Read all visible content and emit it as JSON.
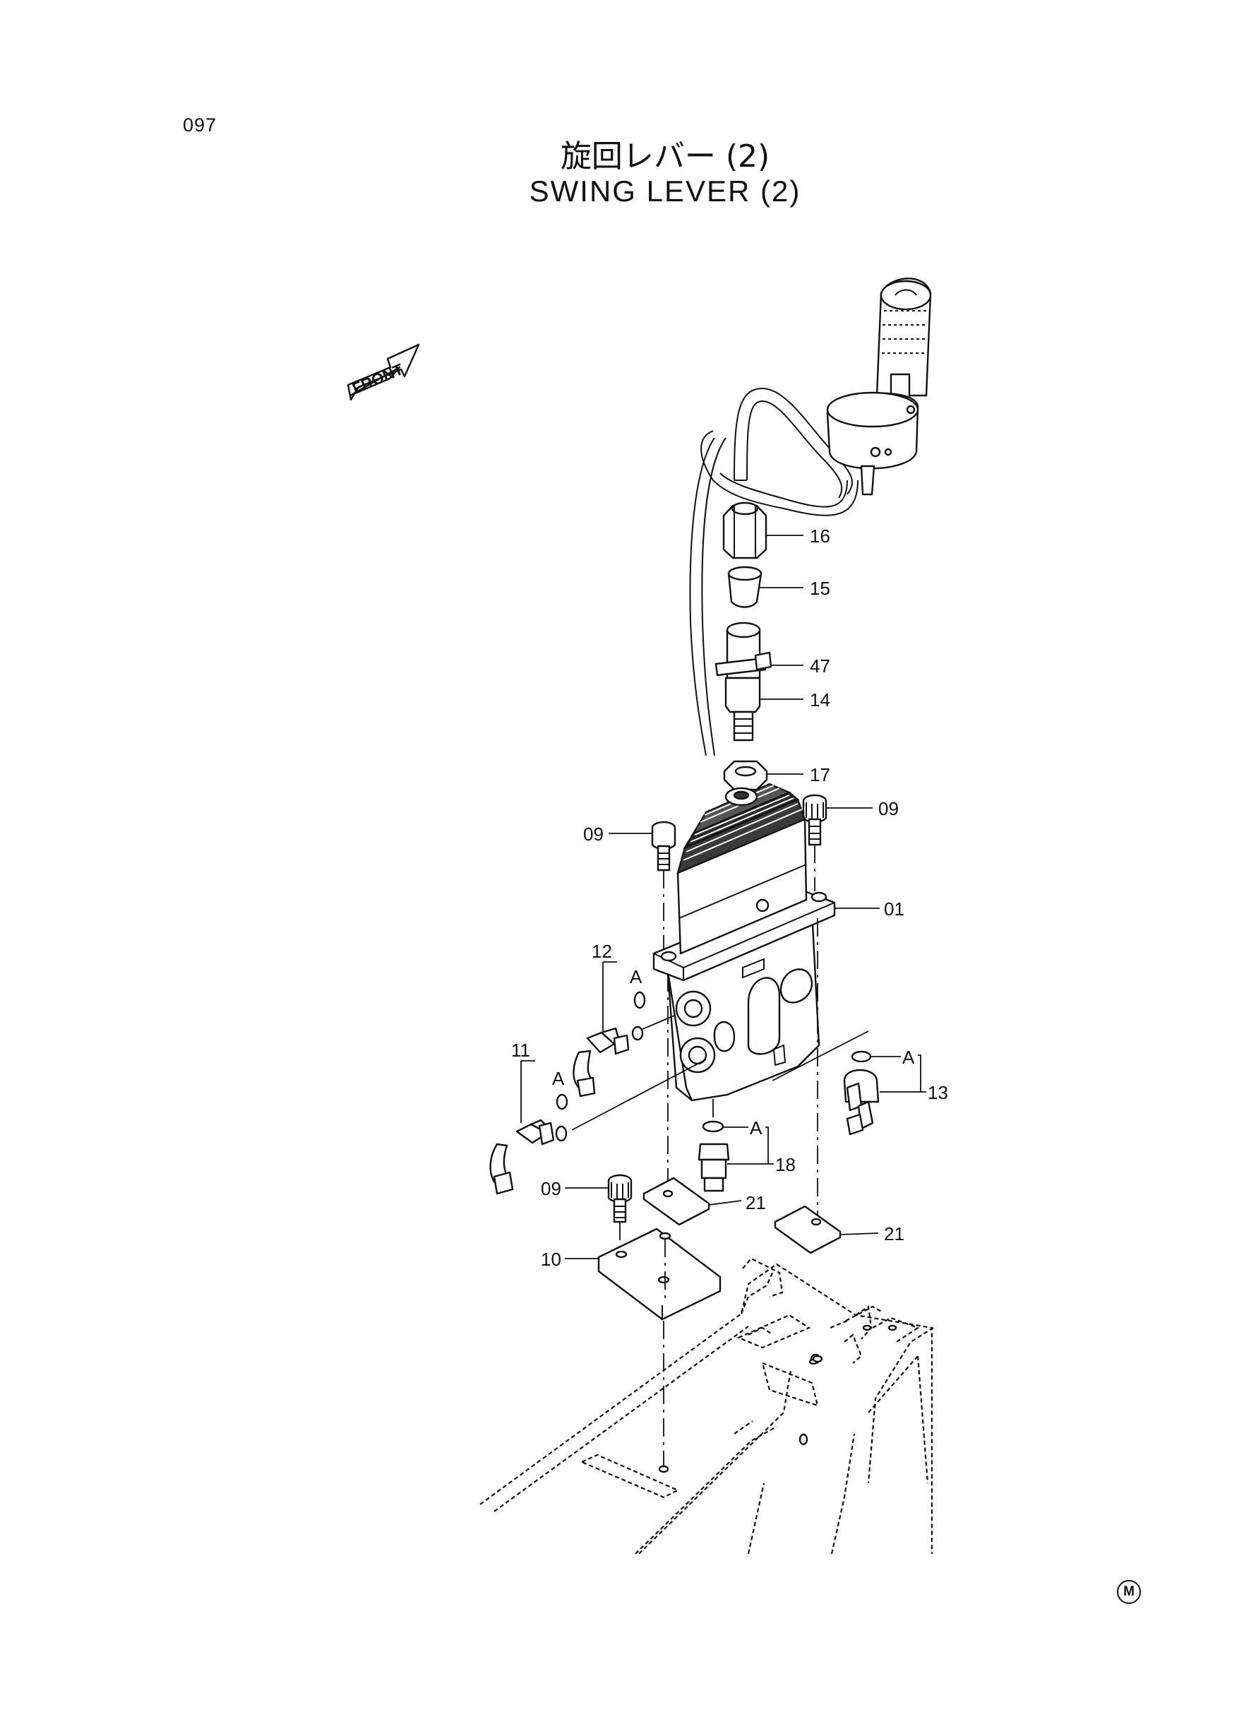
{
  "page": {
    "number": "097"
  },
  "title": {
    "japanese": "旋回レバー (2)",
    "english": "SWING LEVER (2)"
  },
  "front_arrow": {
    "label": "FRONT"
  },
  "part_labels": [
    {
      "id": "16",
      "text": "16"
    },
    {
      "id": "15",
      "text": "15"
    },
    {
      "id": "47",
      "text": "47"
    },
    {
      "id": "14",
      "text": "14"
    },
    {
      "id": "17",
      "text": "17"
    },
    {
      "id": "09a",
      "text": "09"
    },
    {
      "id": "09b",
      "text": "09"
    },
    {
      "id": "01",
      "text": "01"
    },
    {
      "id": "12",
      "text": "12"
    },
    {
      "id": "11",
      "text": "11"
    },
    {
      "id": "13",
      "text": "13"
    },
    {
      "id": "18",
      "text": "18"
    },
    {
      "id": "09c",
      "text": "09"
    },
    {
      "id": "21a",
      "text": "21"
    },
    {
      "id": "21b",
      "text": "21"
    },
    {
      "id": "10",
      "text": "10"
    }
  ],
  "callouts": [
    {
      "id": "a12",
      "text": "A"
    },
    {
      "id": "a11",
      "text": "A"
    },
    {
      "id": "a13",
      "text": "A"
    },
    {
      "id": "a18",
      "text": "A"
    }
  ],
  "footer_mark": {
    "text": "M"
  }
}
